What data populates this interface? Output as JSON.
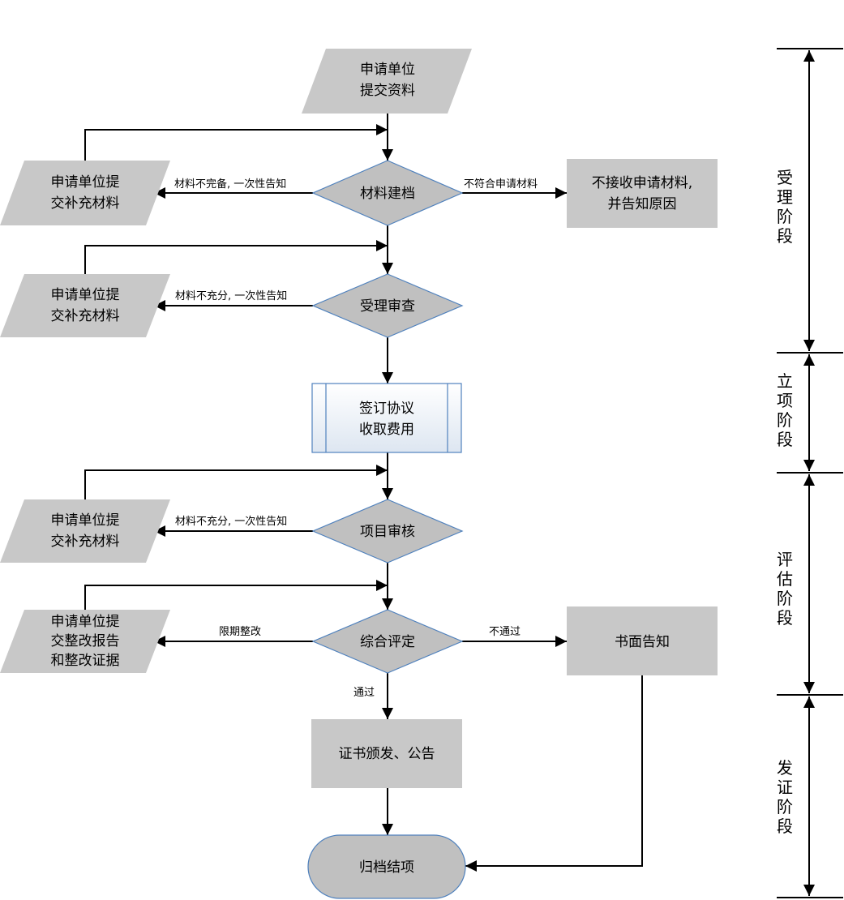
{
  "nodes": {
    "submit_materials": [
      "申请单位",
      "提交资料"
    ],
    "supplement_1": [
      "申请单位提",
      "交补充材料"
    ],
    "filing": [
      "材料建档"
    ],
    "reject": [
      "不接收申请材料,",
      "并告知原因"
    ],
    "supplement_2": [
      "申请单位提",
      "交补充材料"
    ],
    "acceptance_review": [
      "受理审查"
    ],
    "agreement": [
      "签订协议",
      "收取费用"
    ],
    "supplement_3": [
      "申请单位提",
      "交补充材料"
    ],
    "project_audit": [
      "项目审核"
    ],
    "supplement_4": [
      "申请单位提",
      "交整改报告",
      "和整改证据"
    ],
    "evaluation": [
      "综合评定"
    ],
    "written_notice": [
      "书面告知"
    ],
    "certificate": [
      "证书颁发、公告"
    ],
    "archive": [
      "归档结项"
    ]
  },
  "edges": {
    "incomplete": "材料不完备, 一次性告知",
    "nonconforming": "不符合申请材料",
    "insufficient_1": "材料不充分, 一次性告知",
    "insufficient_2": "材料不充分, 一次性告知",
    "rectify": "限期整改",
    "fail": "不通过",
    "pass": "通过"
  },
  "stages": [
    [
      "受",
      "理",
      "阶",
      "段"
    ],
    [
      "立",
      "项",
      "阶",
      "段"
    ],
    [
      "评",
      "估",
      "阶",
      "段"
    ],
    [
      "发",
      "证",
      "阶",
      "段"
    ]
  ]
}
